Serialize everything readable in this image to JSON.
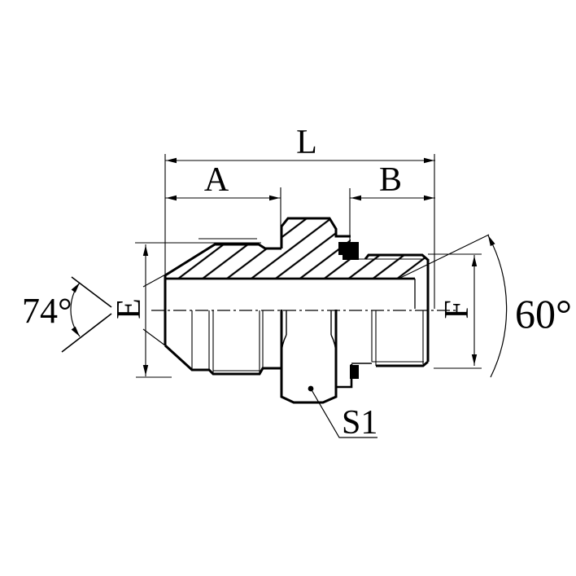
{
  "drawing": {
    "title": "threaded adapter fitting section drawing",
    "labels": {
      "overall_length": "L",
      "left_section_length": "A",
      "right_section_length": "B",
      "left_diameter": "E",
      "right_diameter": "F",
      "left_cone_angle": "74°",
      "right_cone_angle": "60°",
      "hex_across_flats": "S1"
    },
    "colors": {
      "line": "#000000",
      "background": "#ffffff"
    }
  }
}
